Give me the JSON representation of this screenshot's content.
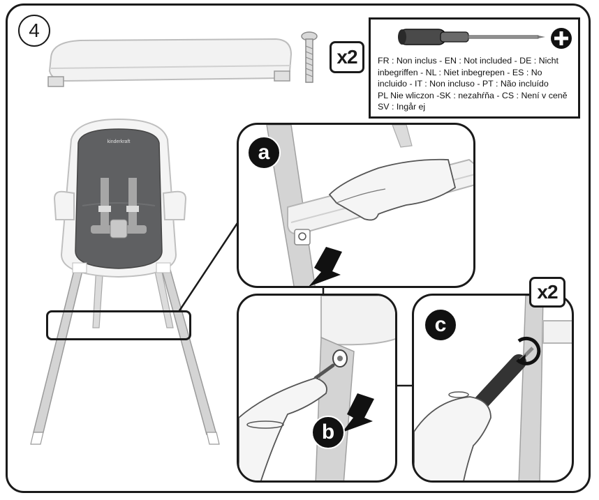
{
  "step": {
    "number": "4"
  },
  "parts": {
    "screw_quantity": "x2"
  },
  "tool_note": {
    "lines": [
      "FR : Non inclus - EN : Not included - DE : Nicht",
      "inbegriffen - NL : Niet inbegrepen - ES : No",
      "incluido - IT : Non incluso - PT : Não incluído",
      "PL Nie wliczon -SK : nezahŕňa - CS : Není v ceně",
      "SV : Ingår ej"
    ]
  },
  "chair": {
    "brand": "kinderkraft"
  },
  "panels": {
    "a": {
      "label": "a"
    },
    "b": {
      "label": "b"
    },
    "c": {
      "label": "c",
      "quantity": "x2"
    }
  },
  "colors": {
    "outline": "#1a1a1a",
    "gray": "#5f6062",
    "light": "#e6e6e6",
    "leg": "#d6d6d6"
  }
}
